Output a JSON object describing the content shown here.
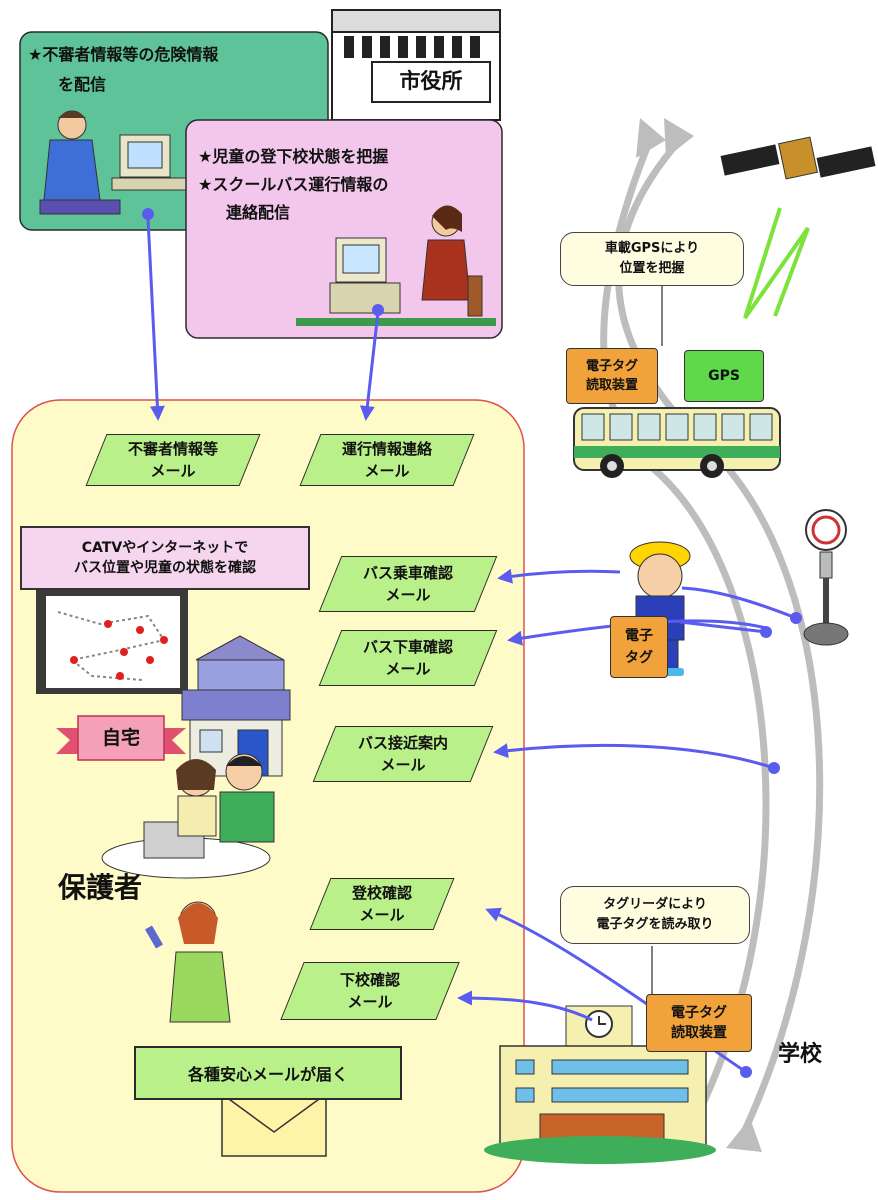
{
  "city_hall": {
    "label": "市役所"
  },
  "green_panel": {
    "line1": "★不審者情報等の危険情報",
    "line2": "を配信"
  },
  "pink_panel": {
    "line1": "★児童の登下校状態を把握",
    "line2": "★スクールバス運行情報の",
    "line3": "連絡配信"
  },
  "gps_callout": {
    "line1": "車載GPSにより",
    "line2": "位置を把握"
  },
  "bus_reader": {
    "line1": "電子タグ",
    "line2": "読取装置"
  },
  "gps_box": {
    "label": "GPS"
  },
  "mails": {
    "suspicious": {
      "line1": "不審者情報等",
      "line2": "メール"
    },
    "operation": {
      "line1": "運行情報連絡",
      "line2": "メール"
    },
    "boarding": {
      "line1": "バス乗車確認",
      "line2": "メール"
    },
    "alighting": {
      "line1": "バス下車確認",
      "line2": "メール"
    },
    "approach": {
      "line1": "バス接近案内",
      "line2": "メール"
    },
    "arrival": {
      "line1": "登校確認",
      "line2": "メール"
    },
    "departure": {
      "line1": "下校確認",
      "line2": "メール"
    }
  },
  "catv_box": {
    "line1": "CATVやインターネットで",
    "line2": "バス位置や児童の状態を確認"
  },
  "home_label": "自宅",
  "guardian_label": "保護者",
  "child_tag": {
    "line1": "電子",
    "line2": "タグ"
  },
  "tag_reader_callout": {
    "line1": "タグリーダにより",
    "line2": "電子タグを読み取り"
  },
  "school_reader": {
    "line1": "電子タグ",
    "line2": "読取装置"
  },
  "school_label": "学校",
  "envelope_label": "各種安心メールが届く",
  "colors": {
    "green_panel": "#5fc39a",
    "pink_panel": "#f3c6ec",
    "guardian_area": "#fffbc8",
    "mail_parallelogram": "#b9f08a",
    "orange_box": "#f2a23a",
    "connector": "#5a5cf0",
    "route_arrow": "#bdbdbd"
  }
}
